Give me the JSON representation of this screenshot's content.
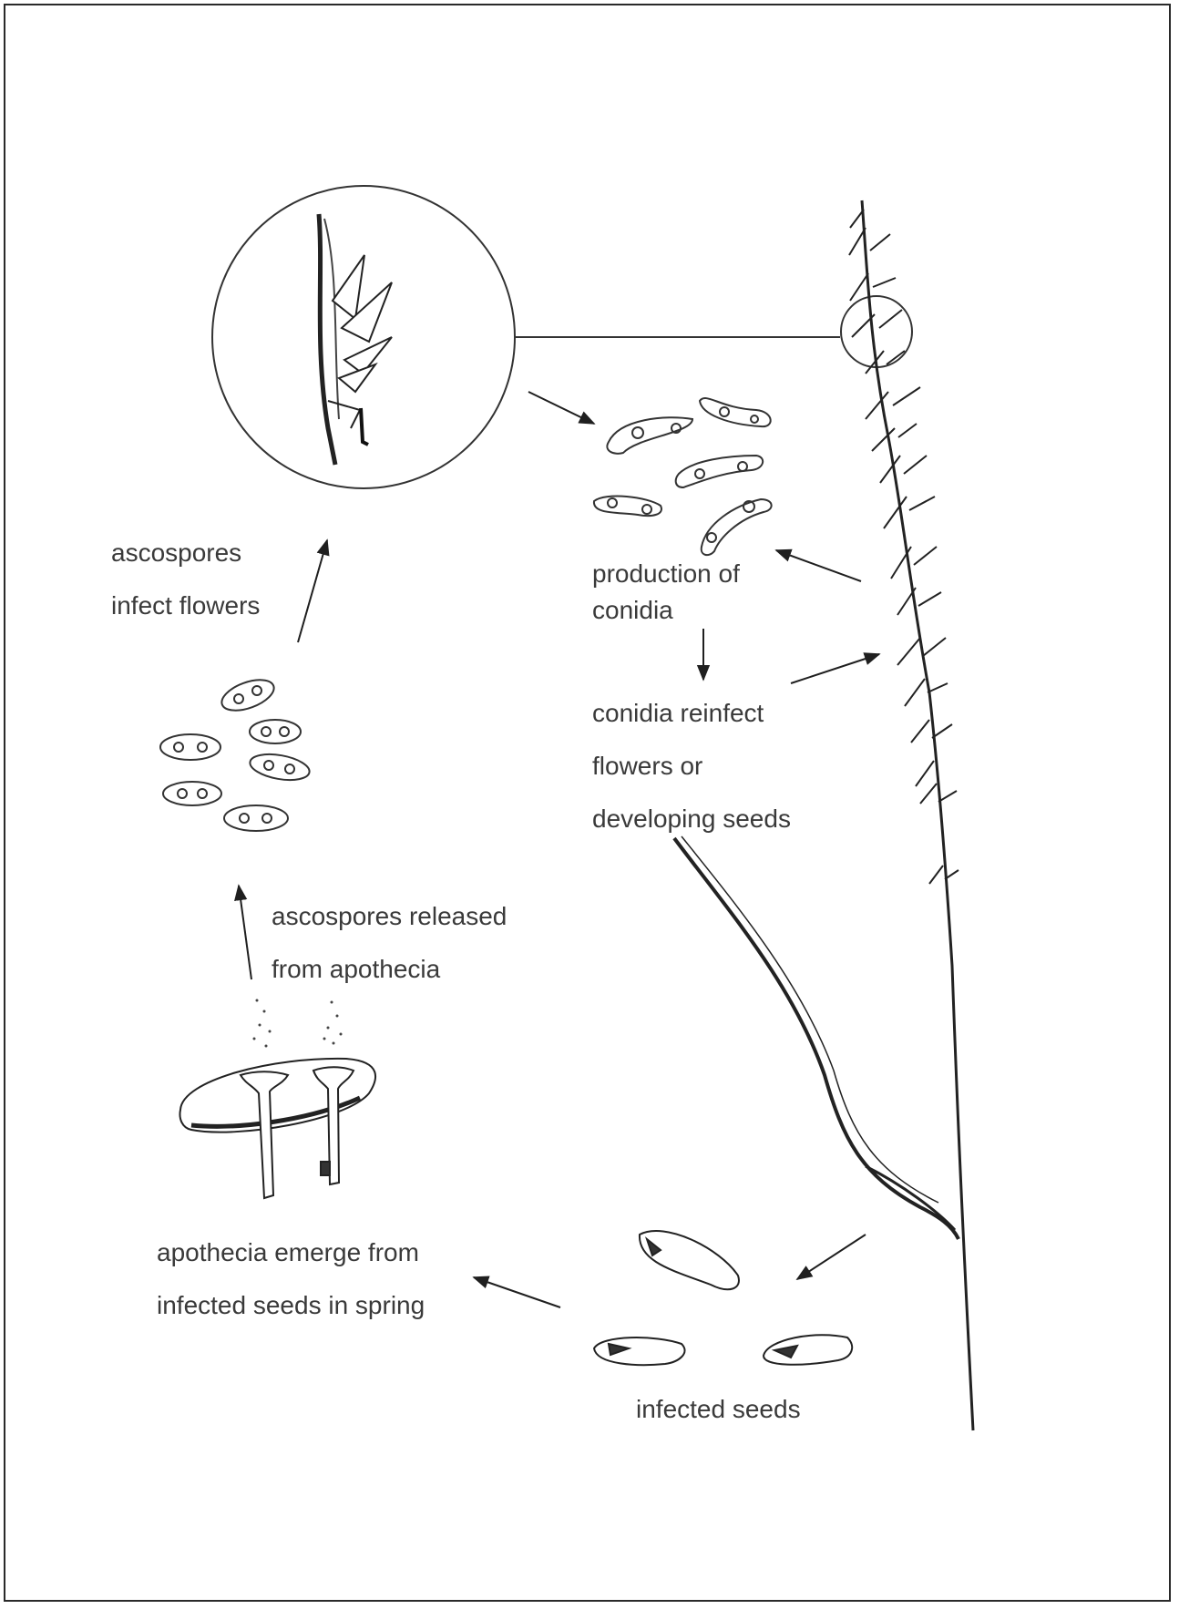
{
  "labels": {
    "ascospores_infect": [
      "ascospores",
      "infect flowers"
    ],
    "production": [
      "production of",
      "conidia"
    ],
    "reinfect": [
      "conidia reinfect",
      "flowers or",
      "developing seeds"
    ],
    "released": [
      "ascospores released",
      "from apothecia"
    ],
    "apothecia": [
      "apothecia emerge from",
      "infected seeds in spring"
    ],
    "infected_seeds": "infected seeds"
  },
  "colors": {
    "ink": "#2a2a2a",
    "text": "#3a3a3a",
    "background": "#ffffff"
  }
}
